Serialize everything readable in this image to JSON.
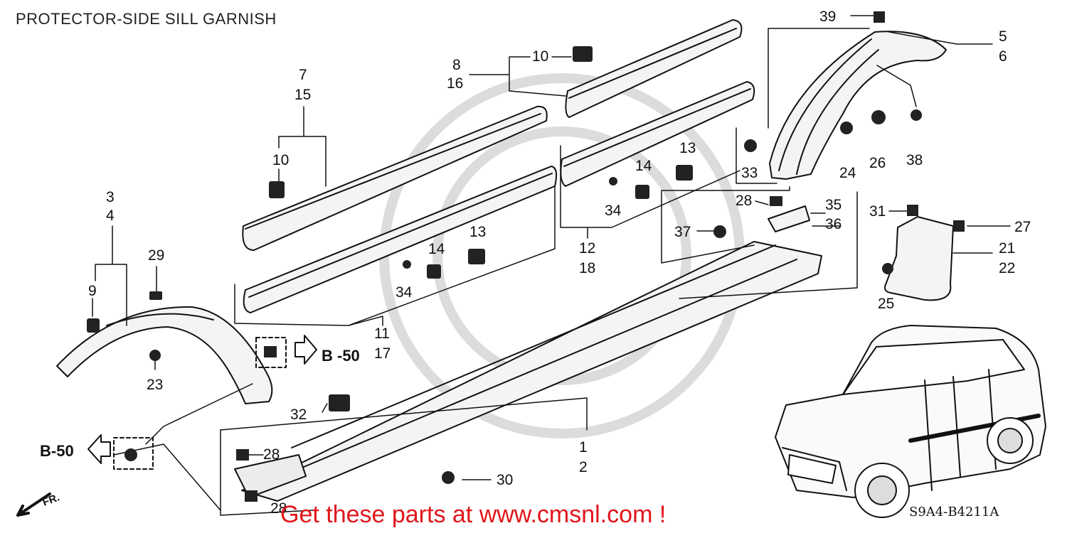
{
  "title": "PROTECTOR-SIDE SILL GARNISH",
  "diagram_code": "S9A4-B4211A",
  "promo_text": "Get these parts at www.cmsnl.com !",
  "direction_label": "FR.",
  "ref_b50_right": "B -50",
  "ref_b50_left": "B-50",
  "colors": {
    "line": "#111111",
    "promo": "#e0161b",
    "watermark": "#d9d9d9"
  },
  "callouts": [
    {
      "id": "c1",
      "text": "1"
    },
    {
      "id": "c2",
      "text": "2"
    },
    {
      "id": "c3",
      "text": "3"
    },
    {
      "id": "c4",
      "text": "4"
    },
    {
      "id": "c5",
      "text": "5"
    },
    {
      "id": "c6",
      "text": "6"
    },
    {
      "id": "c7",
      "text": "7"
    },
    {
      "id": "c8",
      "text": "8"
    },
    {
      "id": "c9",
      "text": "9"
    },
    {
      "id": "c10a",
      "text": "10"
    },
    {
      "id": "c10b",
      "text": "10"
    },
    {
      "id": "c11",
      "text": "11"
    },
    {
      "id": "c12",
      "text": "12"
    },
    {
      "id": "c13a",
      "text": "13"
    },
    {
      "id": "c13b",
      "text": "13"
    },
    {
      "id": "c14a",
      "text": "14"
    },
    {
      "id": "c14b",
      "text": "14"
    },
    {
      "id": "c15",
      "text": "15"
    },
    {
      "id": "c16",
      "text": "16"
    },
    {
      "id": "c17",
      "text": "17"
    },
    {
      "id": "c18",
      "text": "18"
    },
    {
      "id": "c21",
      "text": "21"
    },
    {
      "id": "c22",
      "text": "22"
    },
    {
      "id": "c23",
      "text": "23"
    },
    {
      "id": "c24",
      "text": "24"
    },
    {
      "id": "c25",
      "text": "25"
    },
    {
      "id": "c26",
      "text": "26"
    },
    {
      "id": "c27",
      "text": "27"
    },
    {
      "id": "c28a",
      "text": "28"
    },
    {
      "id": "c28b",
      "text": "28"
    },
    {
      "id": "c28c",
      "text": "28"
    },
    {
      "id": "c29",
      "text": "29"
    },
    {
      "id": "c30",
      "text": "30"
    },
    {
      "id": "c31",
      "text": "31"
    },
    {
      "id": "c32",
      "text": "32"
    },
    {
      "id": "c33",
      "text": "33"
    },
    {
      "id": "c34a",
      "text": "34"
    },
    {
      "id": "c34b",
      "text": "34"
    },
    {
      "id": "c35",
      "text": "35"
    },
    {
      "id": "c36",
      "text": "36"
    },
    {
      "id": "c37",
      "text": "37"
    },
    {
      "id": "c38",
      "text": "38"
    },
    {
      "id": "c39",
      "text": "39"
    }
  ]
}
